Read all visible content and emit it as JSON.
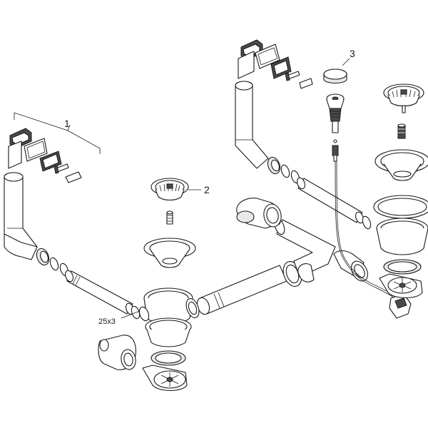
{
  "callouts": {
    "one": "1",
    "two": "2",
    "three": "3",
    "size": "25x3"
  }
}
